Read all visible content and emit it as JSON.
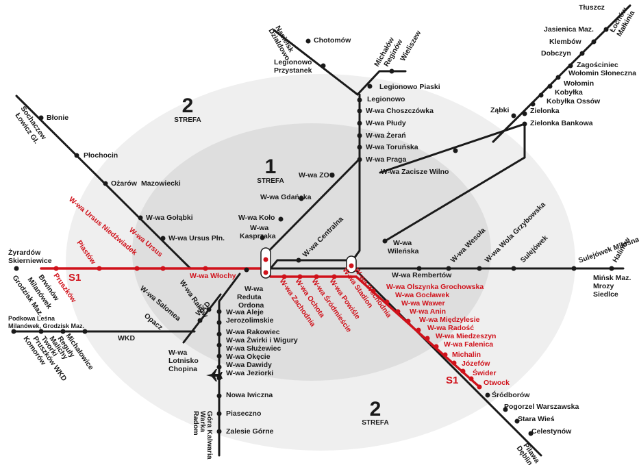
{
  "colors": {
    "line": "#1a1a1a",
    "s1_line": "#d0121b",
    "zone1": "#dcdcdc",
    "zone2": "#f0f0f0"
  },
  "zones": {
    "z1_num": "1",
    "z1_label": "STREFA",
    "z2a_num": "2",
    "z2a_label": "STREFA",
    "z2b_num": "2",
    "z2b_label": "STREFA"
  },
  "s1_labels": {
    "a": "S1",
    "b": "S1"
  },
  "icons": {
    "airport": "airplane-icon"
  },
  "stations": {
    "zyrardow": "Żyrardów",
    "skierniewice": "Skierniewice",
    "pruszkow": "Pruszków",
    "piastow": "Piastów",
    "ursus_niedzwiadek": "W-wa Ursus Niedźwiadek",
    "ursus": "W-wa Ursus",
    "wlochy": "W-wa Włochy",
    "brwinow": "Brwinów",
    "milanowek": "Milanówek",
    "grodzisk_maz": "Grodzisk Maz.",
    "sochaczew": "Sochaczew",
    "lowicz": "Łowicz Gł.",
    "blonie": "Błonie",
    "plochocin": "Płochocin",
    "ozarow": "Ożarów",
    "mazowiecki": "Mazowiecki",
    "golabki": "W-wa Gołąbki",
    "ursus_pln": "W-wa Ursus Płn.",
    "rakow": "W-wa Raków",
    "salomea": "W-wa Salomea",
    "opacz": "Opacz",
    "wkd1": "WKD",
    "wkd2": "WKD",
    "podkowa": "Podkowa Leśna",
    "milanowek_grodzisk": "Milanówek, Grodzisk Maz.",
    "regu": "Reguły",
    "malichy": "Malichy",
    "tworki": "Tworki",
    "pruszkow_wkd": "Pruszków WKD",
    "komorow": "Komorów",
    "michalowice": "Michałowice",
    "lotnisko": "W-wa",
    "lotnisko2": "Lotnisko",
    "chopina": "Chopina",
    "reduta": "W-wa",
    "reduta2": "Reduta",
    "ordona": "Ordona",
    "jerozolimskie": "W-wa Aleje",
    "jerozolimskie2": "Jerozolimskie",
    "rakowiec": "W-wa Rakowiec",
    "zwirki": "W-wa Żwirki i Wigury",
    "sluzewiec": "W-wa Służewiec",
    "okecie": "W-wa Okęcie",
    "dawidy": "W-wa Dawidy",
    "jeziorki": "W-wa Jeziorki",
    "nowa_iwiczna": "Nowa Iwiczna",
    "piaseczno": "Piaseczno",
    "zalesie": "Zalesie Górne",
    "gora": "Góra Kalwaria",
    "warka": "Warka",
    "radom": "Radom",
    "kasprzaka": "W-wa",
    "kasprzaka2": "Kasprzaka",
    "kolo": "W-wa Koło",
    "gdanska": "W-wa Gdańska",
    "zoo": "W-wa ZOO",
    "centralna": "W-wa Centralna",
    "zachodnia": "W-wa Zachodnia",
    "ochota": "W-wa Ochota",
    "srodmiescie": "W-wa Śródmieście",
    "powisle": "W-wa Powiśle",
    "stadion": "W-wa Stadion",
    "wschodnia": "W-wa Wschodnia",
    "nasielsk": "Nasielsk",
    "dzialdowo": "Działdowo",
    "chotomow": "Chotomów",
    "legionowo_przystanek": "Legionowo",
    "legionowo_przystanek2": "Przystanek",
    "michalow": "Michałów",
    "reginow": "Reginów",
    "wieliszew": "Wieliszew",
    "legionowo_piaski": "Legionowo Piaski",
    "legionowo": "Legionowo",
    "choszczowka": "W-wa Choszczówka",
    "pludy": "W-wa Płudy",
    "zeran": "W-wa Żerań",
    "torunska": "W-wa Toruńska",
    "praga": "W-wa Praga",
    "zacisze": "W-wa Zacisze Wilno",
    "zabki": "Ząbki",
    "wilenska": "W-wa",
    "wilenska2": "Wileńska",
    "tluszcz": "Tłuszcz",
    "lochow": "Łochów",
    "malkinia": "Małkinia",
    "jasienica": "Jasienica Maz.",
    "klembow": "Klembów",
    "dobczyn": "Dobczyn",
    "zagosciniec": "Zagościniec",
    "wolomin_sl": "Wołomin Słoneczna",
    "wolomin": "Wołomin",
    "kobylka": "Kobyłka",
    "kobylka_osso": "Kobyłka Ossów",
    "zielonka": "Zielonka",
    "zielonka_bank": "Zielonka Bankowa",
    "rembertow": "W-wa Rembertów",
    "wesola": "W-wa Wesoła",
    "wola_grzyb": "W-wa Wola Grzybowska",
    "sulejowek": "Sulejówek",
    "sulejowek_milosna": "Sulejówek Miłosna",
    "halinow": "Halinów",
    "minsk": "Mińsk Maz.",
    "mrozy": "Mrozy",
    "siedlce": "Siedlce",
    "olszynka": "W-wa Olszynka Grochowska",
    "goclawek": "W-wa Gocławek",
    "wawer": "W-wa Wawer",
    "anin": "W-wa Anin",
    "miedzylesie": "W-wa Międzylesie",
    "radosc": "W-wa Radość",
    "miedzeszyn": "W-wa Miedzeszyn",
    "falenica": "W-wa Falenica",
    "michalin": "Michalin",
    "jozefow": "Józefów",
    "swider": "Świder",
    "otwock": "Otwock",
    "srodborow": "Śródborów",
    "pogorzel": "Pogorzel Warszawska",
    "stara_wies": "Stara Wieś",
    "celestynow": "Celestynów",
    "pilawa": "Pilawa",
    "deblin": "Dęblin"
  }
}
